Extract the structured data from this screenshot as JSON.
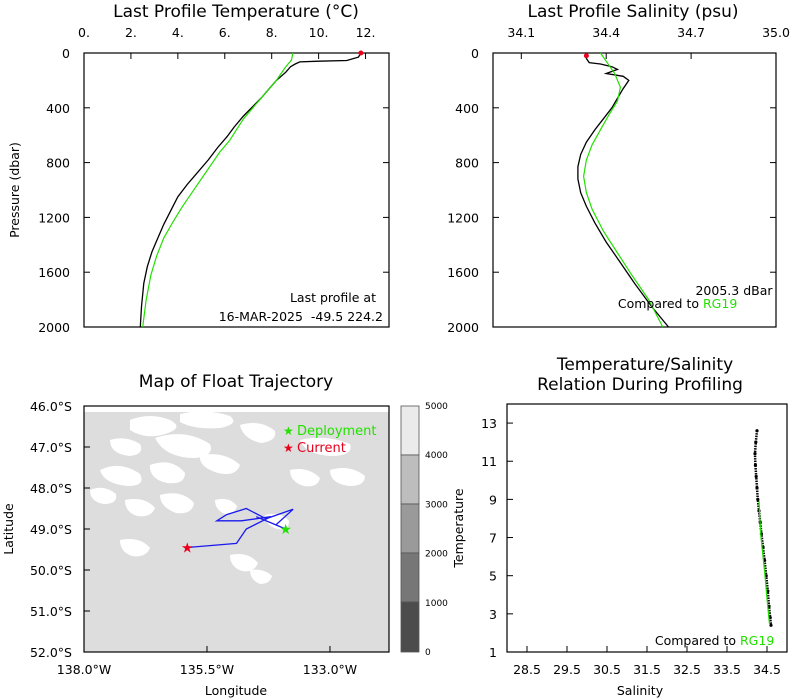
{
  "colors": {
    "current": "#e8001c",
    "reference": "#22e000",
    "float": "#000000",
    "track": "#1a1aee",
    "deployment": "#22e000",
    "land": "#ffffff",
    "sea": "#dddddd"
  },
  "chart_data": [
    {
      "id": "temperature",
      "type": "line",
      "title": "Last Profile Temperature (°C)",
      "xlabel": "",
      "ylabel": "Pressure (dbar)",
      "xlim": [
        0,
        13
      ],
      "ylim": [
        2000,
        0
      ],
      "x_ticks": [
        0,
        2,
        4,
        6,
        8,
        10,
        12
      ],
      "x_tick_labels": [
        "0.",
        "2.",
        "4.",
        "6.",
        "8.",
        "10.",
        "12."
      ],
      "y_ticks": [
        0,
        400,
        800,
        1200,
        1600,
        2000
      ],
      "series": [
        {
          "role": "float",
          "color": "#000000",
          "x": [
            11.8,
            11.7,
            11.2,
            10.0,
            9.2,
            9.0,
            8.8,
            8.6,
            8.2,
            7.9,
            7.6,
            7.2,
            6.8,
            6.4,
            6.1,
            5.7,
            5.3,
            4.8,
            4.4,
            4.0,
            3.7,
            3.4,
            3.15,
            2.9,
            2.7,
            2.55,
            2.45,
            2.4
          ],
          "y": [
            0,
            30,
            55,
            60,
            65,
            80,
            100,
            140,
            200,
            260,
            320,
            390,
            460,
            540,
            610,
            690,
            780,
            880,
            960,
            1050,
            1150,
            1250,
            1350,
            1450,
            1560,
            1680,
            1850,
            2000
          ]
        },
        {
          "role": "reference",
          "color": "#22e000",
          "x": [
            8.9,
            8.85,
            8.6,
            8.4,
            8.2,
            7.9,
            7.6,
            7.2,
            6.8,
            6.5,
            6.2,
            5.8,
            5.4,
            5.0,
            4.6,
            4.2,
            3.8,
            3.4,
            3.1,
            2.85,
            2.65,
            2.5
          ],
          "y": [
            0,
            50,
            100,
            150,
            200,
            260,
            320,
            400,
            480,
            560,
            640,
            720,
            820,
            920,
            1020,
            1120,
            1230,
            1350,
            1480,
            1620,
            1800,
            2000
          ]
        },
        {
          "role": "surface-marker",
          "color": "#e8001c",
          "x": [
            11.8
          ],
          "y": [
            0
          ]
        }
      ],
      "annotation": [
        "Last profile at",
        "16-MAR-2025  -49.5 224.2"
      ]
    },
    {
      "id": "salinity",
      "type": "line",
      "title": "Last Profile Salinity (psu)",
      "xlabel": "",
      "ylabel": "",
      "xlim": [
        34.0,
        35.0
      ],
      "ylim": [
        2000,
        0
      ],
      "x_ticks": [
        34.1,
        34.4,
        34.7,
        35.0
      ],
      "x_tick_labels": [
        "34.1",
        "34.4",
        "34.7",
        "35.0"
      ],
      "y_ticks": [
        0,
        400,
        800,
        1200,
        1600,
        2000
      ],
      "series": [
        {
          "role": "float",
          "color": "#000000",
          "x": [
            34.33,
            34.33,
            34.34,
            34.38,
            34.42,
            34.44,
            34.4,
            34.46,
            34.48,
            34.46,
            34.44,
            34.42,
            34.39,
            34.36,
            34.33,
            34.31,
            34.3,
            34.3,
            34.31,
            34.33,
            34.36,
            34.4,
            34.45,
            34.5,
            34.56,
            34.62
          ],
          "y": [
            0,
            40,
            70,
            80,
            100,
            120,
            150,
            170,
            200,
            260,
            330,
            400,
            480,
            560,
            650,
            740,
            830,
            920,
            1020,
            1120,
            1240,
            1380,
            1530,
            1680,
            1850,
            2000
          ]
        },
        {
          "role": "reference",
          "color": "#22e000",
          "x": [
            34.38,
            34.4,
            34.43,
            34.45,
            34.44,
            34.41,
            34.38,
            34.35,
            34.33,
            34.32,
            34.33,
            34.35,
            34.39,
            34.44,
            34.49,
            34.55,
            34.6
          ],
          "y": [
            0,
            60,
            150,
            250,
            350,
            450,
            560,
            670,
            780,
            900,
            1020,
            1140,
            1300,
            1460,
            1620,
            1800,
            2000
          ]
        },
        {
          "role": "surface-marker",
          "color": "#e8001c",
          "x": [
            34.33
          ],
          "y": [
            20
          ]
        }
      ],
      "annotation": [
        "2005.3 dBar",
        "Compared to ",
        "RG19"
      ]
    },
    {
      "id": "trajectory",
      "type": "map",
      "title": "Map of Float Trajectory",
      "xlabel": "Longitude",
      "ylabel": "Latitude",
      "lon_lim": [
        -138.0,
        -131.8
      ],
      "lat_lim": [
        -52.0,
        -46.0
      ],
      "lon_ticks": [
        -138.0,
        -135.5,
        -133.0
      ],
      "lon_tick_labels": [
        "138.0°W",
        "135.5°W",
        "133.0°W"
      ],
      "lat_ticks": [
        -46.0,
        -47.0,
        -48.0,
        -49.0,
        -50.0,
        -51.0,
        -52.0
      ],
      "lat_tick_labels": [
        "46.0°S",
        "47.0°S",
        "48.0°S",
        "49.0°S",
        "50.0°S",
        "51.0°S",
        "52.0°S"
      ],
      "track": {
        "lon": [
          -133.9,
          -134.5,
          -134.1,
          -133.75,
          -134.3,
          -134.7,
          -135.1,
          -135.3,
          -134.8,
          -134.2,
          -134.7,
          -134.9,
          -135.9
        ],
        "lat": [
          -49.0,
          -48.7,
          -48.9,
          -48.52,
          -48.75,
          -48.5,
          -48.65,
          -48.8,
          -48.8,
          -48.7,
          -49.0,
          -49.35,
          -49.45
        ]
      },
      "deployment": {
        "lon": -133.9,
        "lat": -49.0,
        "label": "Deployment"
      },
      "current": {
        "lon": -135.9,
        "lat": -49.45,
        "label": "Current"
      },
      "colorbar": {
        "ticks": [
          5000,
          4000,
          3000,
          2000,
          1000,
          0
        ]
      }
    },
    {
      "id": "ts",
      "type": "scatter",
      "title": "Temperature/Salinity",
      "subtitle": "Relation During Profiling",
      "xlabel": "Salinity",
      "ylabel": "Temperature",
      "xlim": [
        28.0,
        35.0
      ],
      "ylim": [
        1.0,
        14.0
      ],
      "x_ticks": [
        28.5,
        29.5,
        30.5,
        31.5,
        32.5,
        33.5,
        34.5
      ],
      "y_ticks": [
        1,
        3,
        5,
        7,
        9,
        11,
        13
      ],
      "float_points": {
        "s": [
          34.25,
          34.22,
          34.2,
          34.21,
          34.23,
          34.25,
          34.27,
          34.3,
          34.33,
          34.36,
          34.4,
          34.44,
          34.48,
          34.52,
          34.55,
          34.58,
          34.6
        ],
        "t": [
          12.6,
          12.0,
          11.4,
          10.8,
          10.2,
          9.6,
          9.0,
          8.4,
          7.8,
          7.2,
          6.5,
          5.8,
          5.0,
          4.2,
          3.4,
          2.8,
          2.4
        ]
      },
      "reference": {
        "s": [
          34.3,
          34.32,
          34.35,
          34.4,
          34.45,
          34.5,
          34.56
        ],
        "t": [
          8.9,
          8.0,
          7.0,
          6.0,
          5.0,
          3.8,
          2.5
        ]
      },
      "annotation": [
        "Compared to ",
        "RG19"
      ]
    }
  ]
}
